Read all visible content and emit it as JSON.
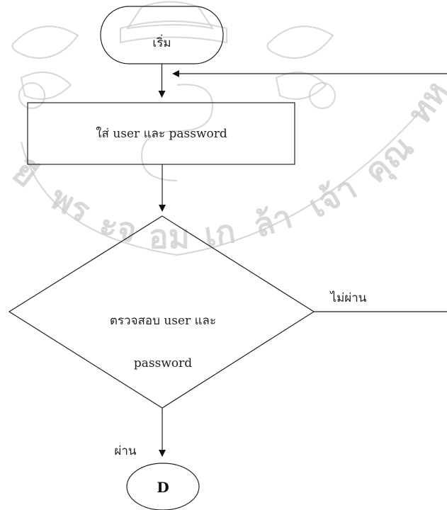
{
  "flowchart": {
    "start_label": "เริ่ม",
    "input_label": "ใส่ user และ password",
    "decision_line1": "ตรวจสอบ user และ",
    "decision_line2": "password",
    "fail_label": "ไม่ผ่าน",
    "pass_label": "ผ่าน",
    "connector_label": "D"
  }
}
